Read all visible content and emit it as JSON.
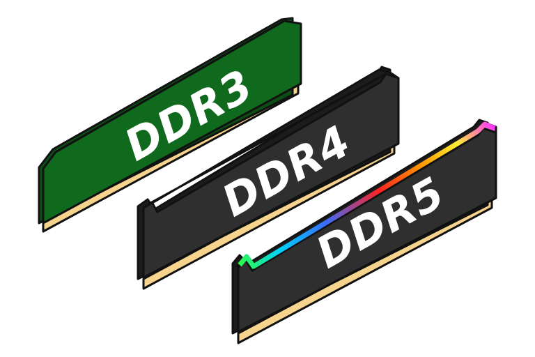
{
  "modules": [
    {
      "label": "DDR3",
      "pcb_color": "#106a1e",
      "heatspreader": "none",
      "contact_color": "#f6d48e"
    },
    {
      "label": "DDR4",
      "pcb_color": "#2f2f2f",
      "heatspreader": "black",
      "contact_color": "#f6d48e"
    },
    {
      "label": "DDR5",
      "pcb_color": "#2f2f2f",
      "heatspreader": "rgb",
      "contact_color": "#f6d48e"
    }
  ],
  "colors": {
    "outline": "#111111",
    "rgb_gradient": [
      "#33ff33",
      "#00d2ff",
      "#2f6bff",
      "#ff2222",
      "#ff9900",
      "#ffee33",
      "#ff33ff"
    ]
  }
}
